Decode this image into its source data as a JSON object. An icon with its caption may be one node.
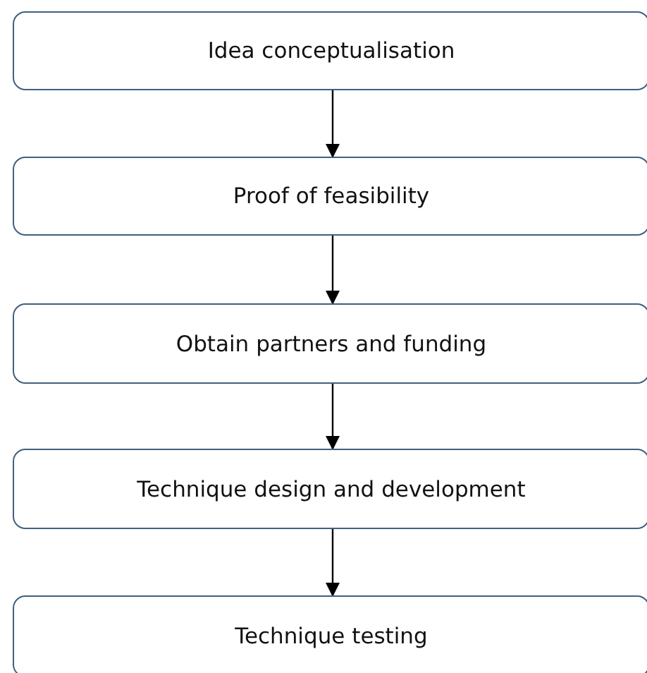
{
  "diagram": {
    "nodes": [
      {
        "text": [
          "Idea conceptualisation"
        ]
      },
      {
        "text": [
          "Proof of feasibility"
        ]
      },
      {
        "text": [
          "Obtain partners and funding"
        ]
      },
      {
        "text": [
          "Technique design and development"
        ]
      },
      {
        "text": [
          "Technique testing"
        ]
      }
    ],
    "edges": [
      {
        "from": 0,
        "to": 1,
        "arrow": "to"
      },
      {
        "from": 1,
        "to": 2,
        "arrow": "to"
      },
      {
        "from": 2,
        "to": 3,
        "arrow": "to"
      },
      {
        "from": 3,
        "to": 4,
        "arrow": "to"
      }
    ]
  }
}
